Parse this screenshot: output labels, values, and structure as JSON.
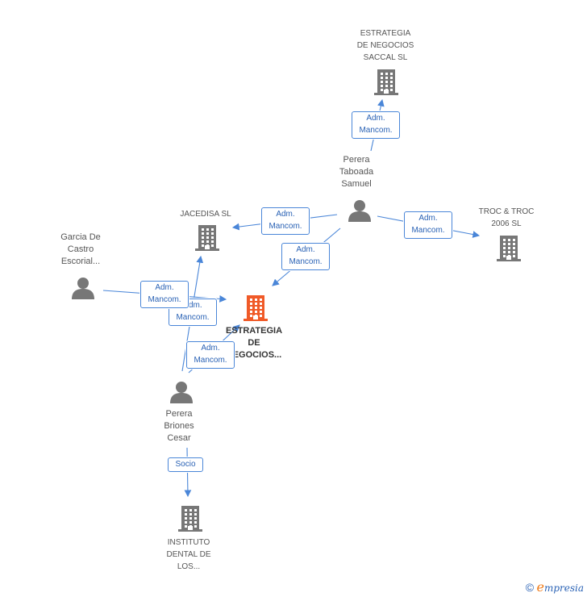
{
  "nodes": {
    "saccal": "ESTRATEGIA\nDE NEGOCIOS\nSACCAL SL",
    "perera_taboada": "Perera\nTaboada\nSamuel",
    "jacedisa": "JACEDISA SL",
    "troc": "TROC & TROC\n2006 SL",
    "garcia": "Garcia De\nCastro\nEscorial...",
    "center": "ESTRATEGIA\nDE\nNEGOCIOS...",
    "perera_briones": "Perera\nBriones\nCesar",
    "instituto": "INSTITUTO\nDENTAL DE\nLOS..."
  },
  "badges": {
    "b1": "Adm.\nMancom.",
    "b2": "Adm.\nMancom.",
    "b3": "Adm.\nMancom.",
    "b4": "Adm.\nMancom.",
    "b5": "Adm.\nMancom.",
    "b6": "Adm.\nMancom.",
    "b7": "Adm.\nMancom.",
    "socio": "Socio"
  },
  "footer": {
    "copyright": "©",
    "brand_e": "e",
    "brand_rest": "mpresia"
  },
  "colors": {
    "edge": "#4a86d8",
    "node_icon": "#777777",
    "center_icon": "#f05a28"
  },
  "icons": {
    "company": "building-icon",
    "person": "person-icon"
  }
}
